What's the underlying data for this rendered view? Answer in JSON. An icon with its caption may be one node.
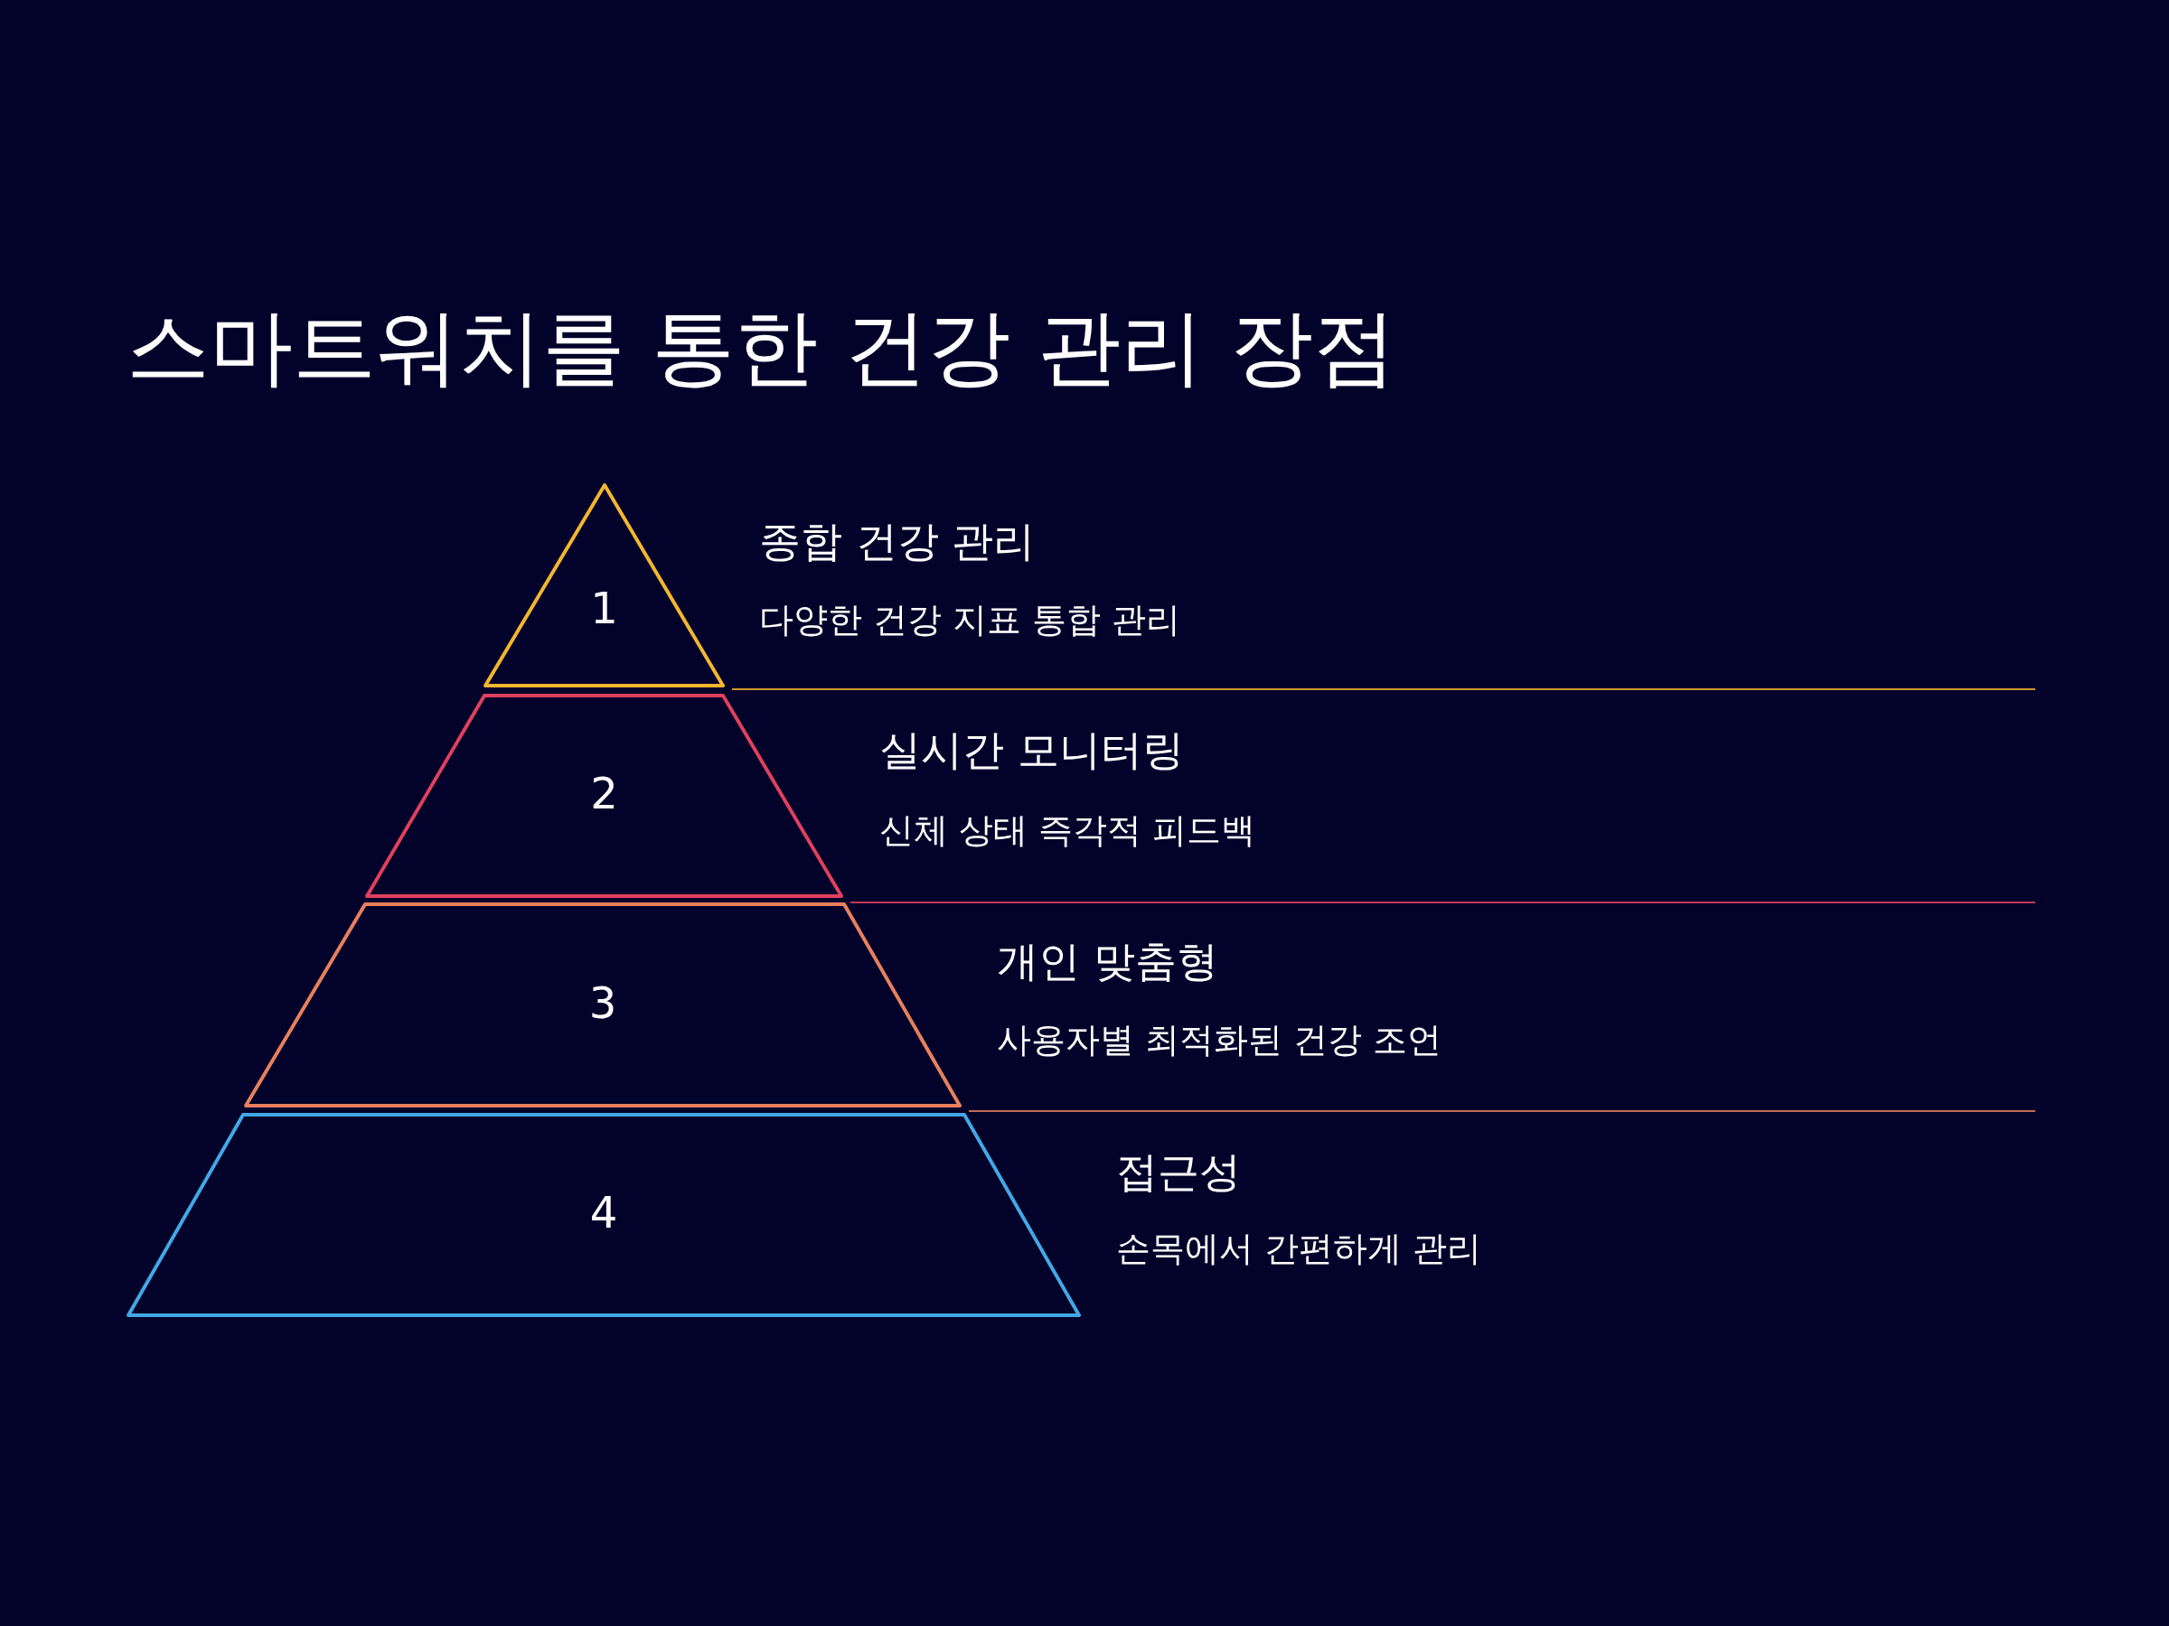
{
  "diagram": {
    "title": "스마트워치를 통한 건강 관리 장점",
    "nodes": [
      {
        "text": [
          "1"
        ],
        "beside": [
          "종합 건강 관리",
          "다양한 건강 지표 통합 관리"
        ]
      },
      {
        "text": [
          "2"
        ],
        "beside": [
          "실시간 모니터링",
          "신체 상태 즉각적 피드백"
        ]
      },
      {
        "text": [
          "3"
        ],
        "beside": [
          "개인 맞춤형",
          "사용자별 최적화된 건강 조언"
        ]
      },
      {
        "text": [
          "4"
        ],
        "beside": [
          "접근성",
          "손목에서 간편하게 관리"
        ]
      }
    ]
  }
}
